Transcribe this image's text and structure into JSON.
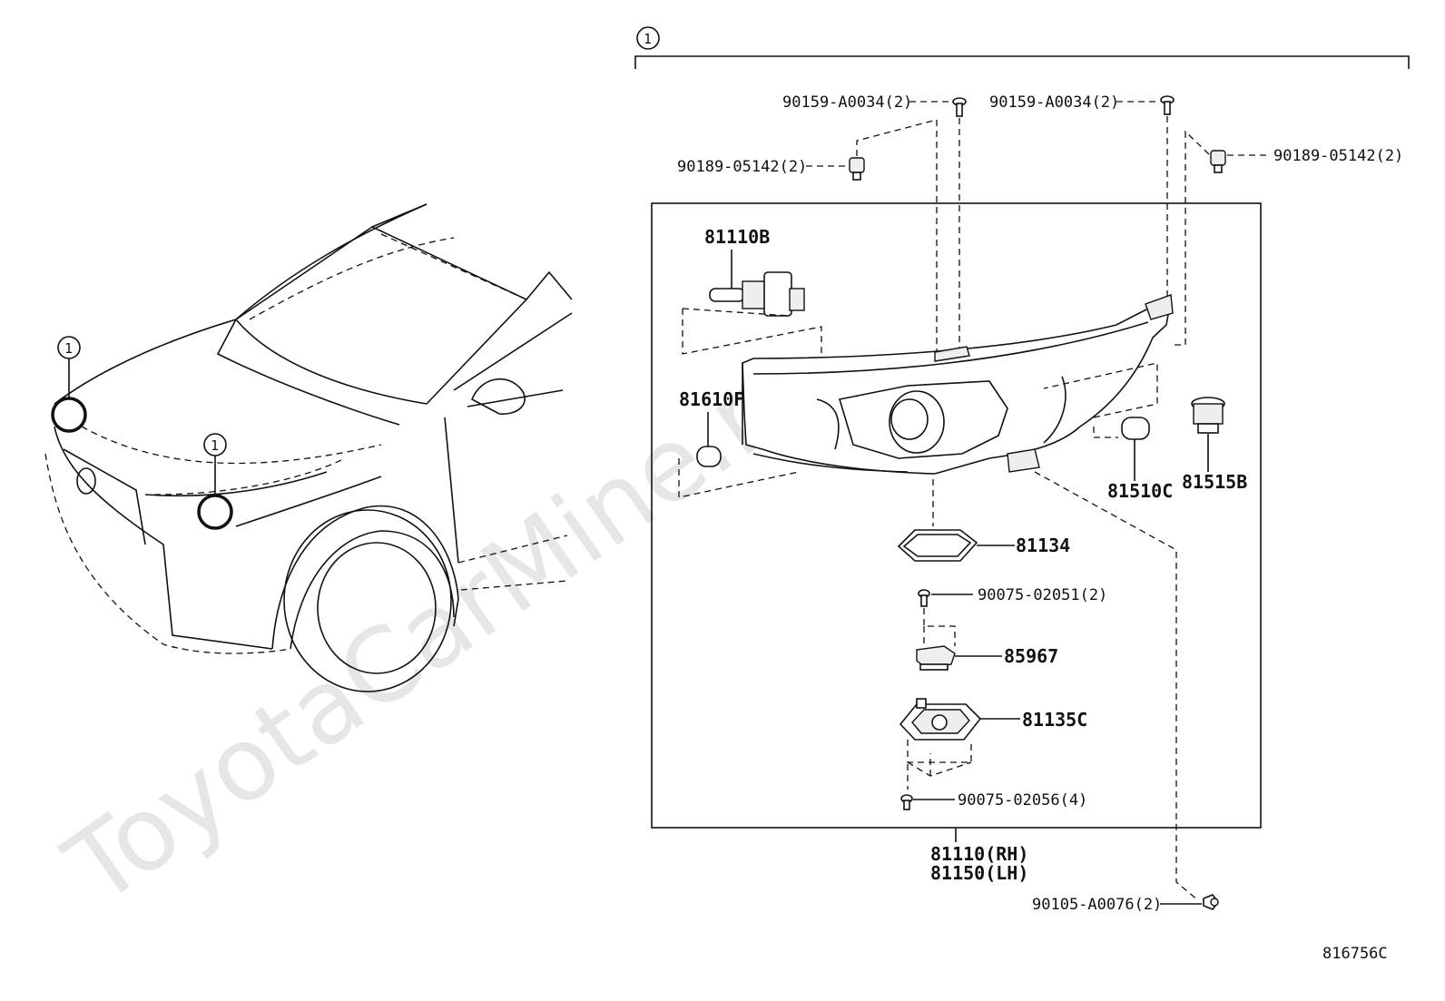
{
  "diagram": {
    "watermark": "ToyotaCarMine.ru",
    "figure_code": "816756C",
    "callout_number": "1",
    "labels": {
      "screw_top_left": "90159-A0034(2)",
      "screw_top_right": "90159-A0034(2)",
      "nut_left": "90189-05142(2)",
      "nut_right": "90189-05142(2)",
      "bulb_headlamp": "81110B",
      "bulb_side": "81610F",
      "bulb_front": "81510C",
      "socket": "81515B",
      "gasket": "81134",
      "screw_actuator": "90075-02051(2)",
      "actuator": "85967",
      "ballast": "81135C",
      "screw_ballast": "90075-02056(4)",
      "assembly_rh": "81110(RH)",
      "assembly_lh": "81150(LH)",
      "bolt_bottom": "90105-A0076(2)"
    }
  }
}
